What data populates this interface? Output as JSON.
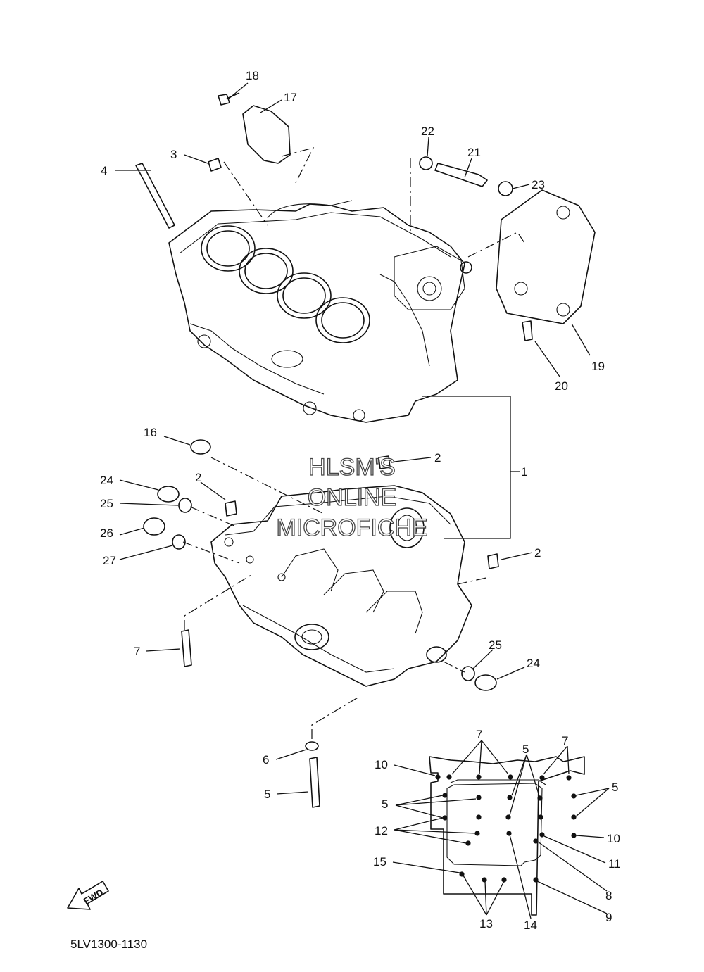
{
  "diagram": {
    "code": "5LV1300-1130",
    "fwd_label": "FWD",
    "watermark": [
      "HLSM'S",
      "ONLINE",
      "MICROFICHE"
    ],
    "callouts": {
      "c1": "1",
      "c2a": "2",
      "c2b": "2",
      "c2c": "2",
      "c3": "3",
      "c4": "4",
      "c5a": "5",
      "c6": "6",
      "c7a": "7",
      "c16": "16",
      "c17": "17",
      "c18": "18",
      "c19": "19",
      "c20": "20",
      "c21": "21",
      "c22": "22",
      "c23": "23",
      "c24a": "24",
      "c24b": "24",
      "c25a": "25",
      "c25b": "25",
      "c26": "26",
      "c27": "27"
    },
    "torque_callouts": {
      "t7a": "7",
      "t7b": "7",
      "t5a": "5",
      "t5b": "5",
      "t5c": "5",
      "t10a": "10",
      "t10b": "10",
      "t12": "12",
      "t11": "11",
      "t15": "15",
      "t8": "8",
      "t9": "9",
      "t13": "13",
      "t14": "14"
    }
  }
}
